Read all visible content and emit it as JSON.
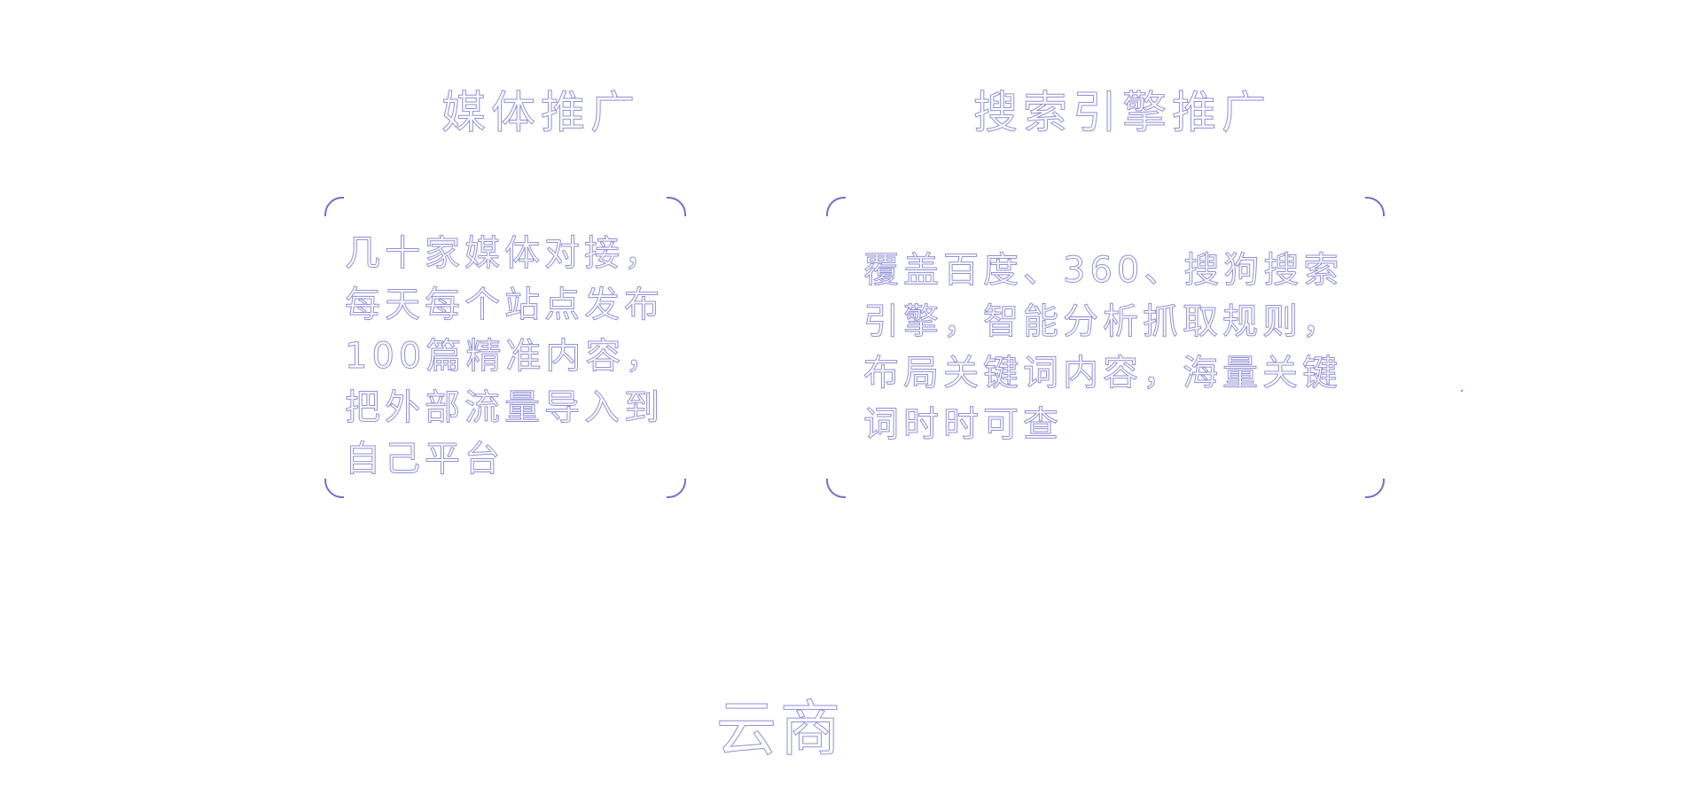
{
  "media_promo": {
    "title": "媒体推广",
    "description": "几十家媒体对接，每天每个站点发布100篇精准内容，把外部流量导入到自己平台"
  },
  "search_promo": {
    "title": "搜索引擎推广",
    "description": "覆盖百度、360、搜狗搜索引擎，智能分析抓取规则，布局关键词内容，海量关键词时时可查"
  },
  "brand": "云商",
  "colors": {
    "outline": "#8f8fd6",
    "card_border": "#6f6fc8",
    "background": "#ffffff"
  }
}
